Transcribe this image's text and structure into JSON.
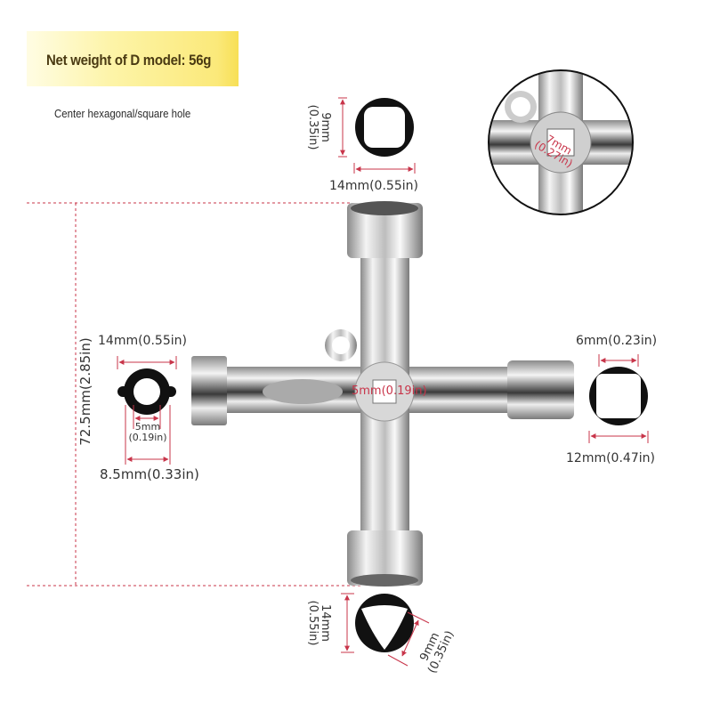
{
  "header": {
    "title": "Net weight of D model: 56g",
    "subtitle": "Center hexagonal/square hole"
  },
  "dimensions": {
    "overall_length": "72.5mm(2.85in)",
    "top_square_height": "9mm",
    "top_square_height_in": "(0.35in)",
    "top_square_width": "14mm(0.55in)",
    "center_hole": "5mm(0.19in)",
    "detail_hole": "7mm",
    "detail_hole_in": "(0.27in)",
    "left_outer": "14mm(0.55in)",
    "left_inner": "5mm",
    "left_inner_in": "(0.19in)",
    "left_ring": "8.5mm(0.33in)",
    "right_inner": "6mm(0.23in)",
    "right_outer": "12mm(0.47in)",
    "bottom_outer": "14mm",
    "bottom_outer_in": "(0.55in)",
    "bottom_triangle": "9mm",
    "bottom_triangle_in": "(0.35in)"
  },
  "colors": {
    "dimension_line": "#c8354a",
    "banner": "#fbe97a",
    "metal": "#c9c9c9"
  }
}
